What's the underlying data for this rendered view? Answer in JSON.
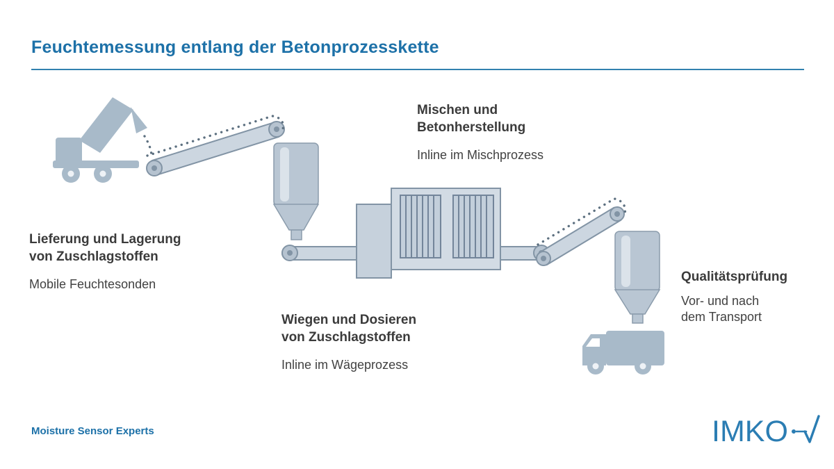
{
  "page": {
    "title": "Feuchtemessung entlang der Betonprozesskette",
    "footer_tagline": "Moisture Sensor Experts",
    "logo_text": "IMKO"
  },
  "colors": {
    "accent_blue": "#1d71a8",
    "logo_blue": "#2b7db3",
    "graphic_gray": "#a8bac9",
    "belt_gray": "#ccd6e0",
    "text_gray": "#3b3b3b"
  },
  "stages": [
    {
      "id": "delivery",
      "heading": "Lieferung und Lagerung\nvon Zuschlagstoffen",
      "subtext": "Mobile Feuchtesonden"
    },
    {
      "id": "mixing",
      "heading": "Mischen und\nBetonherstellung",
      "subtext": "Inline im Mischprozess"
    },
    {
      "id": "weighing",
      "heading": "Wiegen und Dosieren\nvon Zuschlagstoffen",
      "subtext": "Inline im Wägeprozess"
    },
    {
      "id": "quality",
      "heading": "Qualitätsprüfung",
      "subtext": "Vor- und nach\ndem Transport"
    }
  ],
  "icons": {
    "dump-truck-icon": "tipping dump truck delivering aggregates",
    "conveyor-belt-left-icon": "inclined conveyor with material dots",
    "silo-left-icon": "weighing hopper / silo",
    "conveyor-belt-horizontal-icon": "horizontal dosing conveyor",
    "mixer-icon": "concrete mixing plant",
    "conveyor-belt-right-icon": "inclined discharge conveyor with material dots",
    "silo-right-icon": "loading hopper / silo",
    "delivery-truck-icon": "delivery truck being loaded",
    "imko-logo-mark": "check-mark logo symbol"
  }
}
